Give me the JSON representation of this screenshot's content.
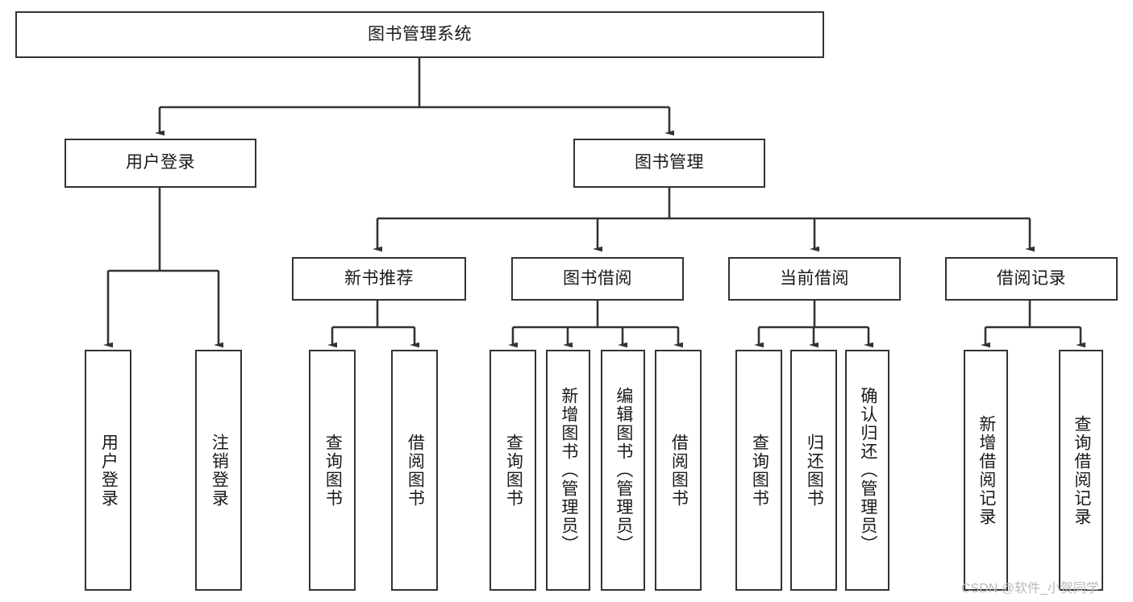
{
  "diagram": {
    "type": "tree-hierarchy-chart",
    "title": "图书管理系统",
    "watermark": "CSDN @软件_小贺同学",
    "colors": {
      "box_border": "#333333",
      "box_fill": "#ffffff",
      "connector": "#333333",
      "text": "#1a1a1a",
      "watermark": "#b9b9b9",
      "background": "#ffffff"
    },
    "levels": [
      {
        "level": 1,
        "nodes": [
          {
            "id": "root",
            "label": "图书管理系统",
            "orientation": "horizontal"
          }
        ]
      },
      {
        "level": 2,
        "nodes": [
          {
            "id": "user-login",
            "label": "用户登录",
            "orientation": "horizontal",
            "parent": "root"
          },
          {
            "id": "book-manage",
            "label": "图书管理",
            "orientation": "horizontal",
            "parent": "root"
          }
        ]
      },
      {
        "level": 3,
        "nodes": [
          {
            "id": "new-book-rec",
            "label": "新书推荐",
            "orientation": "horizontal",
            "parent": "book-manage"
          },
          {
            "id": "book-borrow",
            "label": "图书借阅",
            "orientation": "horizontal",
            "parent": "book-manage"
          },
          {
            "id": "current-borrow",
            "label": "当前借阅",
            "orientation": "horizontal",
            "parent": "book-manage"
          },
          {
            "id": "borrow-record",
            "label": "借阅记录",
            "orientation": "horizontal",
            "parent": "book-manage"
          }
        ]
      },
      {
        "level": 4,
        "nodes": [
          {
            "id": "leaf-user-login",
            "label": "用户登录",
            "orientation": "vertical",
            "parent": "user-login"
          },
          {
            "id": "leaf-logout-login",
            "label": "注销登录",
            "orientation": "vertical",
            "parent": "user-login"
          },
          {
            "id": "leaf-query-book-1",
            "label": "查询图书",
            "orientation": "vertical",
            "parent": "new-book-rec"
          },
          {
            "id": "leaf-borrow-book-1",
            "label": "借阅图书",
            "orientation": "vertical",
            "parent": "new-book-rec"
          },
          {
            "id": "leaf-query-book-2",
            "label": "查询图书",
            "orientation": "vertical",
            "parent": "book-borrow"
          },
          {
            "id": "leaf-add-book",
            "label": "新增图书（管理员）",
            "orientation": "vertical",
            "parent": "book-borrow"
          },
          {
            "id": "leaf-edit-book",
            "label": "编辑图书（管理员）",
            "orientation": "vertical",
            "parent": "book-borrow"
          },
          {
            "id": "leaf-borrow-book-2",
            "label": "借阅图书",
            "orientation": "vertical",
            "parent": "book-borrow"
          },
          {
            "id": "leaf-query-book-3",
            "label": "查询图书",
            "orientation": "vertical",
            "parent": "current-borrow"
          },
          {
            "id": "leaf-return-book",
            "label": "归还图书",
            "orientation": "vertical",
            "parent": "current-borrow"
          },
          {
            "id": "leaf-confirm-return",
            "label": "确认归还（管理员）",
            "orientation": "vertical",
            "parent": "current-borrow"
          },
          {
            "id": "leaf-add-record",
            "label": "新增借阅记录",
            "orientation": "vertical",
            "parent": "borrow-record"
          },
          {
            "id": "leaf-query-record",
            "label": "查询借阅记录",
            "orientation": "vertical",
            "parent": "borrow-record"
          }
        ]
      }
    ],
    "boxes": {
      "root": {
        "label": "图书管理系统"
      },
      "user_login": {
        "label": "用户登录"
      },
      "book_manage": {
        "label": "图书管理"
      },
      "new_book_rec": {
        "label": "新书推荐"
      },
      "book_borrow": {
        "label": "图书借阅"
      },
      "current_borrow": {
        "label": "当前借阅"
      },
      "borrow_record": {
        "label": "借阅记录"
      },
      "leaf_user_login": {
        "label": "用户登录"
      },
      "leaf_logout_login": {
        "label": "注销登录"
      },
      "leaf_query_book_1": {
        "label": "查询图书"
      },
      "leaf_borrow_book_1": {
        "label": "借阅图书"
      },
      "leaf_query_book_2": {
        "label": "查询图书"
      },
      "leaf_add_book": {
        "label": "新增图书（管理员）"
      },
      "leaf_edit_book": {
        "label": "编辑图书（管理员）"
      },
      "leaf_borrow_book_2": {
        "label": "借阅图书"
      },
      "leaf_query_book_3": {
        "label": "查询图书"
      },
      "leaf_return_book": {
        "label": "归还图书"
      },
      "leaf_confirm_return": {
        "label": "确认归还（管理员）"
      },
      "leaf_add_record": {
        "label": "新增借阅记录"
      },
      "leaf_query_record": {
        "label": "查询借阅记录"
      }
    }
  }
}
